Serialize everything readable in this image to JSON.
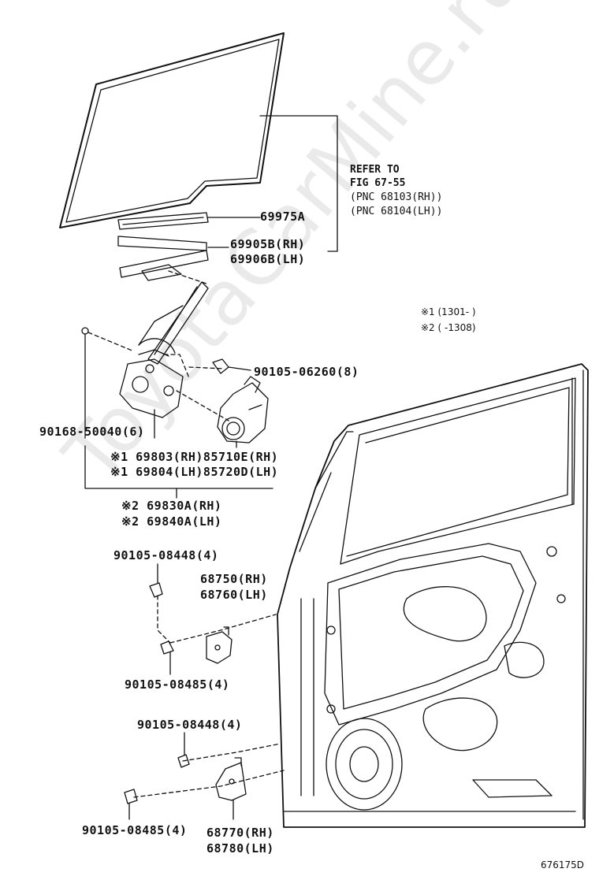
{
  "refer": {
    "line1": "REFER TO",
    "line2": "FIG 67-55",
    "line3": "(PNC 68103(RH))",
    "line4": "(PNC 68104(LH))"
  },
  "notes": {
    "n1": "※1 (1301-     )",
    "n2": "※2 (     -1308)"
  },
  "parts": {
    "p69975A": "69975A",
    "p69905B": "69905B(RH)",
    "p69906B": "69906B(LH)",
    "p90105_06260": "90105-06260(8)",
    "p90168_50040": "90168-50040(6)",
    "p69803": "※1 69803(RH)85710E(RH)",
    "p69804": "※1 69804(LH)85720D(LH)",
    "p69830A": "※2 69830A(RH)",
    "p69840A": "※2 69840A(LH)",
    "p90105_08448_a": "90105-08448(4)",
    "p68750": "68750(RH)",
    "p68760": "68760(LH)",
    "p90105_08485_a": "90105-08485(4)",
    "p90105_08448_b": "90105-08448(4)",
    "p90105_08485_b": "90105-08485(4)",
    "p68770": "68770(RH)",
    "p68780": "68780(LH)"
  },
  "watermark": "ToyotaCarMine.ru",
  "figure_id": "676175D"
}
